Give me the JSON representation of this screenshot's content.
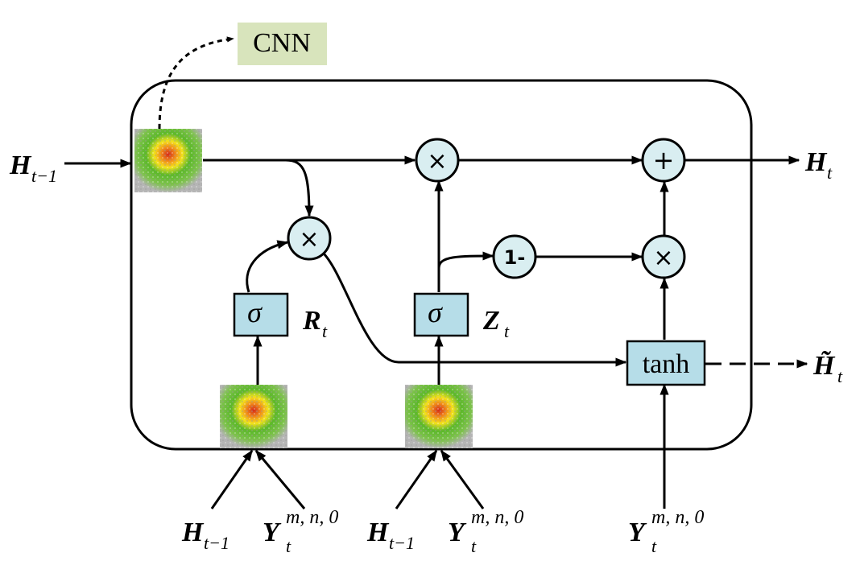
{
  "cnn_label": "CNN",
  "operators": {
    "multiply_symbol": "×",
    "plus_symbol": "+",
    "one_minus_label": "1-",
    "sigma_symbol": "σ",
    "tanh_label": "tanh"
  },
  "labels": {
    "h_prev": {
      "main": "H",
      "sub": "t−1"
    },
    "h_out": {
      "main": "H",
      "sub": "t"
    },
    "h_tilde": {
      "main": "H̃",
      "sub": "t"
    },
    "reset_gate": {
      "main": "R",
      "sub": "t"
    },
    "update_gate": {
      "main": "Z",
      "sub": "t"
    },
    "y_input": {
      "main": "Y",
      "sub": "t",
      "sup": "m, n, 0"
    }
  },
  "colors": {
    "node_fill": "#d9eef1",
    "box_fill": "#b6dde8",
    "cnn_fill": "#d8e4bc",
    "stroke": "#000000"
  }
}
